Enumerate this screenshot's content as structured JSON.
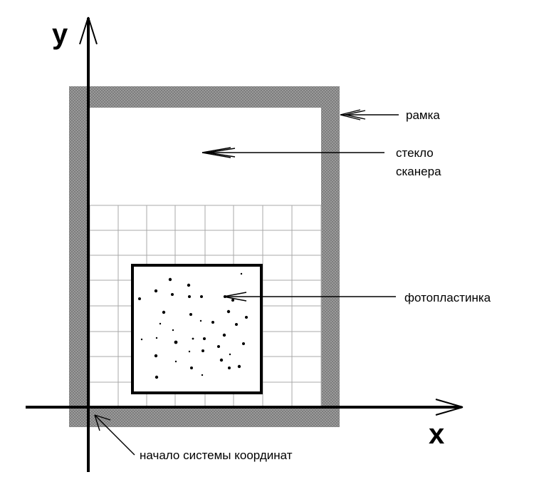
{
  "axes": {
    "x_label": "x",
    "y_label": "y"
  },
  "labels": {
    "frame": "рамка",
    "glass_line1": "стекло",
    "glass_line2": "сканера",
    "plate": "фотопластинка",
    "origin": "начало системы координат"
  },
  "colors": {
    "frame": "#8c8c8c",
    "grid": "#a8a8a8",
    "lines": "#000000",
    "background": "#ffffff"
  }
}
